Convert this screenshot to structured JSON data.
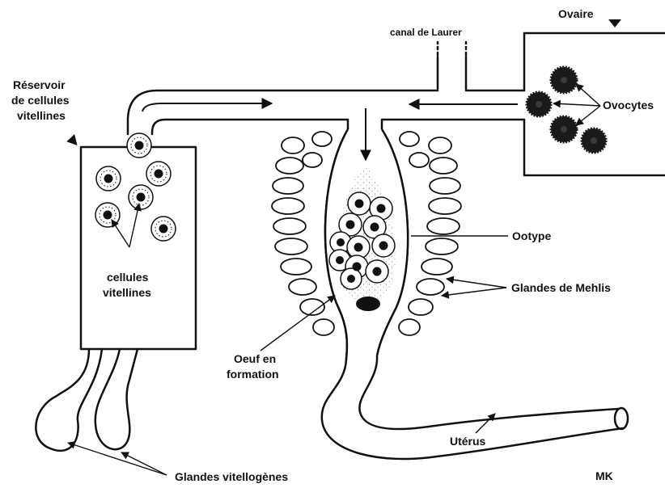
{
  "labels": {
    "canal": "canal de Laurer",
    "ovaire": "Ovaire",
    "ovocytes": "Ovocytes",
    "reservoir_line1": "Réservoir",
    "reservoir_line2": "de cellules",
    "reservoir_line3": "vitellines",
    "cellules_line1": "cellules",
    "cellules_line2": "vitellines",
    "ootype": "Ootype",
    "mehlis": "Glandes de Mehlis",
    "oeuf_line1": "Oeuf en",
    "oeuf_line2": "formation",
    "uterus": "Utérus",
    "vitellogenes": "Glandes vitellogènes",
    "signature": "MK"
  },
  "colors": {
    "ink": "#111111",
    "background": "#ffffff",
    "speckle": "#8a8a8a"
  }
}
